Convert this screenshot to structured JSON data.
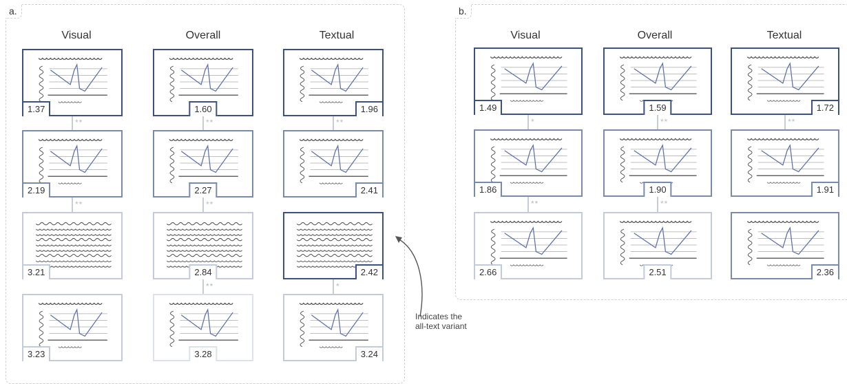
{
  "panel_a": {
    "label": "a.",
    "columns": [
      "Visual",
      "Overall",
      "Textual"
    ],
    "rows": [
      {
        "scores": [
          "1.37",
          "1.60",
          "1.96"
        ]
      },
      {
        "scores": [
          "2.19",
          "2.27",
          "2.41"
        ]
      },
      {
        "scores": [
          "3.21",
          "2.84",
          "2.42"
        ]
      },
      {
        "scores": [
          "3.23",
          "3.28",
          "3.24"
        ]
      }
    ],
    "significance": [
      [
        "**",
        "**",
        "**"
      ],
      [
        "**",
        "**",
        ""
      ],
      [
        "",
        "**",
        "*"
      ]
    ]
  },
  "panel_b": {
    "label": "b.",
    "columns": [
      "Visual",
      "Overall",
      "Textual"
    ],
    "rows": [
      {
        "scores": [
          "1.49",
          "1.59",
          "1.72"
        ]
      },
      {
        "scores": [
          "1.86",
          "1.90",
          "1.91"
        ]
      },
      {
        "scores": [
          "2.66",
          "2.51",
          "2.36"
        ]
      }
    ],
    "significance": [
      [
        "*",
        "**",
        "**"
      ],
      [
        "**",
        "**",
        ""
      ]
    ]
  },
  "annotation": {
    "line1": "Indicates the",
    "line2": "all-text variant"
  },
  "colors": {
    "dark": "#3b5180",
    "mid": "#7a8aab",
    "light": "#c3cad9",
    "faint": "#dde1ea",
    "sketch_line": "#5b6fa8"
  }
}
